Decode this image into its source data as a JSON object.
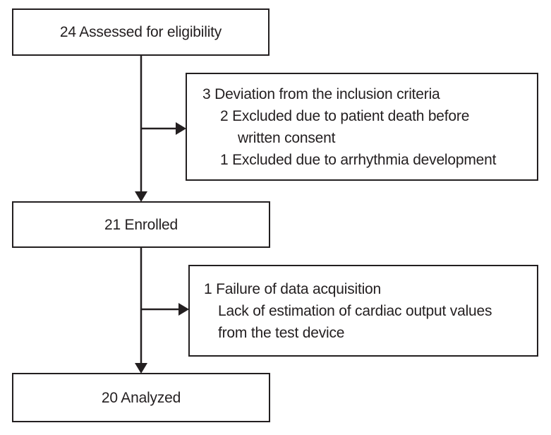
{
  "colors": {
    "ink": "#231f20",
    "background": "#ffffff"
  },
  "flow": {
    "assessed": {
      "label": "24 Assessed for eligibility"
    },
    "exclusion1": {
      "lines": [
        "3 Deviation from the inclusion criteria",
        "2 Excluded due to patient death before",
        "written consent",
        "1 Excluded due to arrhythmia development"
      ]
    },
    "enrolled": {
      "label": "21 Enrolled"
    },
    "exclusion2": {
      "lines": [
        "1 Failure of data acquisition",
        "Lack of estimation of cardiac output values",
        "from the test device"
      ]
    },
    "analyzed": {
      "label": "20 Analyzed"
    }
  }
}
